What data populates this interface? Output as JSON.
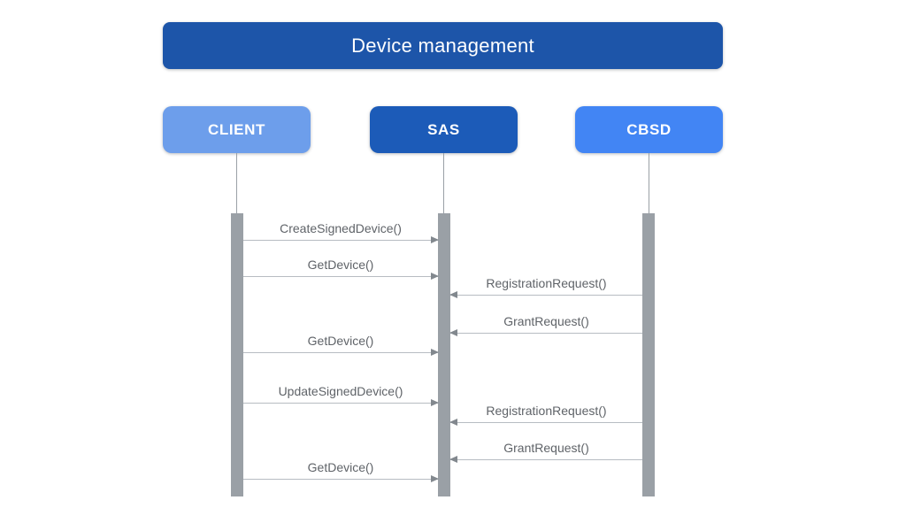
{
  "title": "Device management",
  "diagram_type": "sequence-diagram",
  "colors": {
    "title_bg": "#1d55a9",
    "client_bg": "#6d9eeb",
    "sas_bg": "#1c5bb8",
    "cbsd_bg": "#4285f4",
    "actor_text": "#ffffff",
    "lifeline": "#9aa0a6",
    "activation_bar": "#9aa0a6",
    "arrow_line": "#b7bcc2",
    "arrow_head": "#82888e",
    "label_text": "#5f6368",
    "background": "#ffffff"
  },
  "actors": [
    {
      "id": "client",
      "label": "CLIENT"
    },
    {
      "id": "sas",
      "label": "SAS"
    },
    {
      "id": "cbsd",
      "label": "CBSD"
    }
  ],
  "messages": [
    {
      "label": "CreateSignedDevice()",
      "from": "CLIENT",
      "to": "SAS"
    },
    {
      "label": "GetDevice()",
      "from": "CLIENT",
      "to": "SAS"
    },
    {
      "label": "RegistrationRequest()",
      "from": "CBSD",
      "to": "SAS"
    },
    {
      "label": "GrantRequest()",
      "from": "CBSD",
      "to": "SAS"
    },
    {
      "label": "GetDevice()",
      "from": "CLIENT",
      "to": "SAS"
    },
    {
      "label": "UpdateSignedDevice()",
      "from": "CLIENT",
      "to": "SAS"
    },
    {
      "label": "RegistrationRequest()",
      "from": "CBSD",
      "to": "SAS"
    },
    {
      "label": "GrantRequest()",
      "from": "CBSD",
      "to": "SAS"
    },
    {
      "label": "GetDevice()",
      "from": "CLIENT",
      "to": "SAS"
    }
  ]
}
